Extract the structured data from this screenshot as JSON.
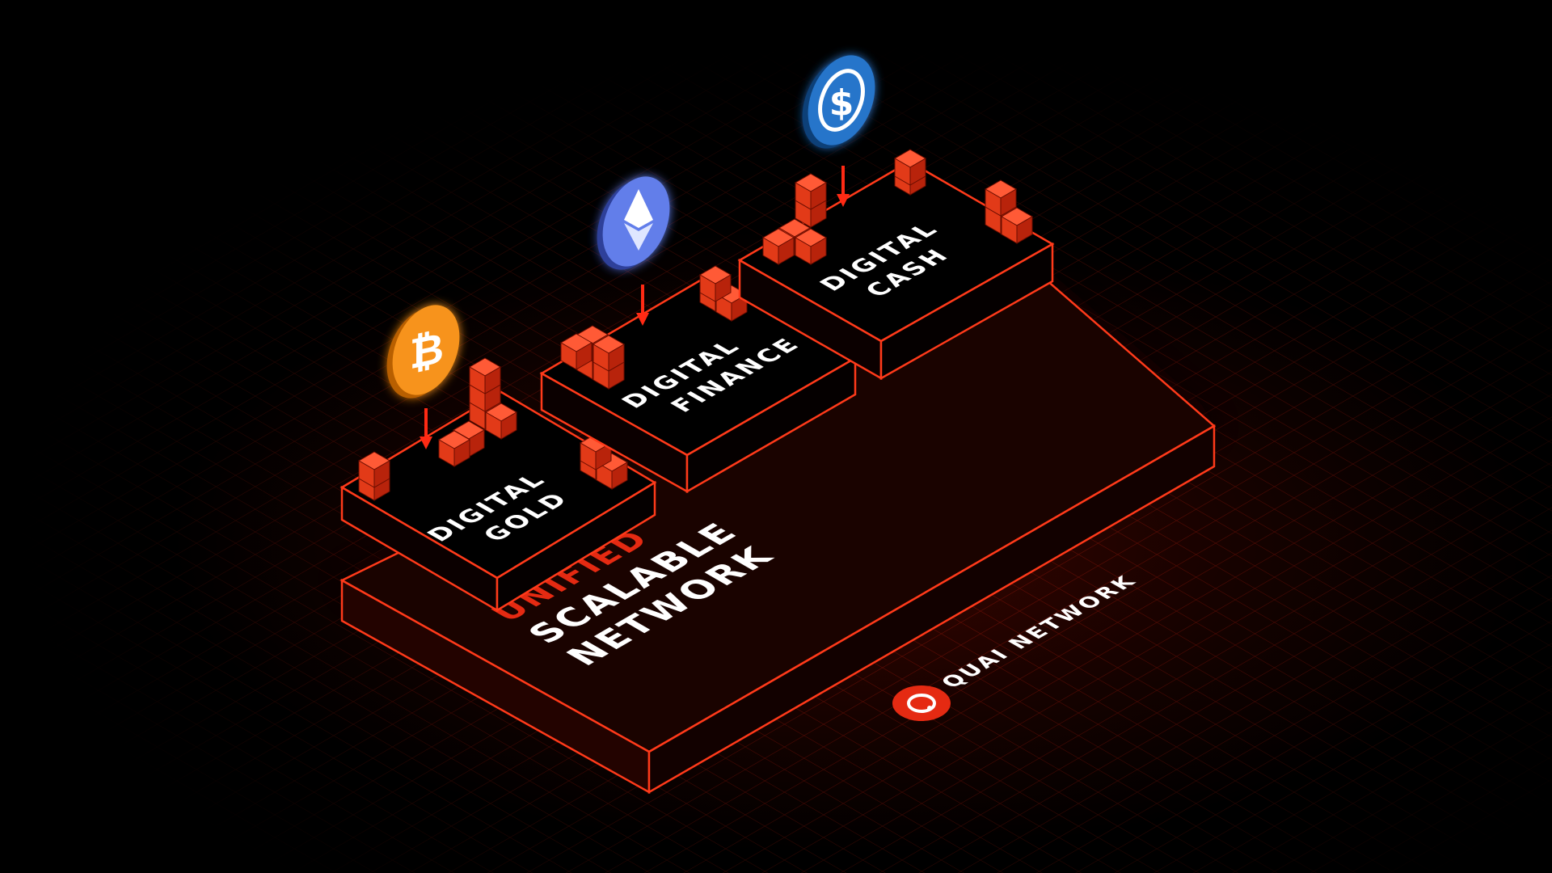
{
  "platforms": [
    {
      "line1": "DIGITAL",
      "line2": "GOLD",
      "coin": "bitcoin-icon",
      "coin_color": "#F7931A"
    },
    {
      "line1": "DIGITAL",
      "line2": "FINANCE",
      "coin": "ethereum-icon",
      "coin_color": "#627EEA"
    },
    {
      "line1": "DIGITAL",
      "line2": "CASH",
      "coin": "usdc-icon",
      "coin_color": "#2775CA"
    }
  ],
  "base": {
    "line1": "UNIFIED",
    "line2": "SCALABLE",
    "line3": "NETWORK"
  },
  "brand": {
    "name": "QUAI NETWORK",
    "logo": "quai-logo-icon"
  },
  "colors": {
    "accent": "#E52A12",
    "background": "#000000",
    "text": "#FFFFFF"
  }
}
